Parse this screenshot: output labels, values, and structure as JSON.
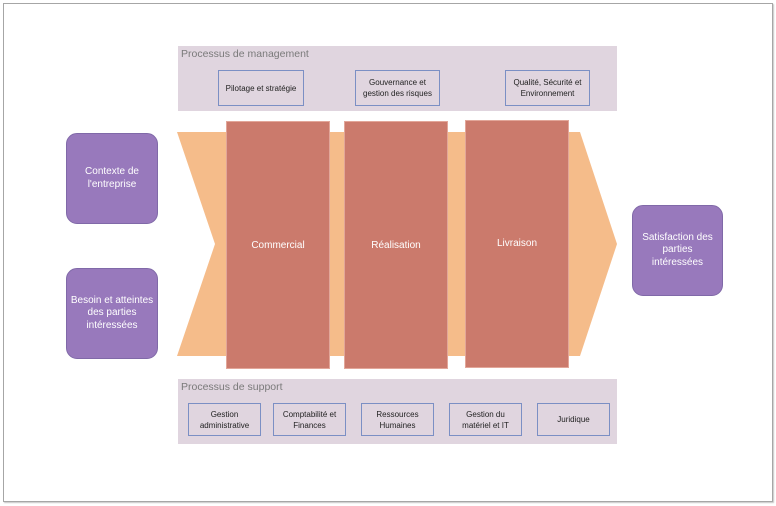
{
  "diagram": {
    "title": "Cartographie des processus",
    "colors": {
      "panel_bg": "#e0d5df",
      "process_box_border": "#7b8fc4",
      "arrow_fill": "#f5bc8a",
      "column_fill": "#cb7a6c",
      "purple_box": "#9879bc"
    },
    "management": {
      "title": "Processus de management",
      "boxes": [
        {
          "label": "Pilotage et stratégie"
        },
        {
          "label": "Gouvernance et\ngestion des risques"
        },
        {
          "label": "Qualité, Sécurité et\nEnvironnement"
        }
      ]
    },
    "inputs": [
      {
        "label": "Contexte de\nl'entreprise"
      },
      {
        "label": "Besoin et atteintes\ndes parties\nintéressées"
      }
    ],
    "core_processes": [
      {
        "label": "Commercial"
      },
      {
        "label": "Réalisation"
      },
      {
        "label": "Livraison"
      }
    ],
    "output": {
      "label": "Satisfaction des\nparties\nintéressées"
    },
    "support": {
      "title": "Processus de support",
      "boxes": [
        {
          "label": "Gestion\nadministrative"
        },
        {
          "label": "Comptabilité et\nFinances"
        },
        {
          "label": "Ressources\nHumaines"
        },
        {
          "label": "Gestion du\nmatériel et IT"
        },
        {
          "label": "Juridique"
        }
      ]
    }
  }
}
